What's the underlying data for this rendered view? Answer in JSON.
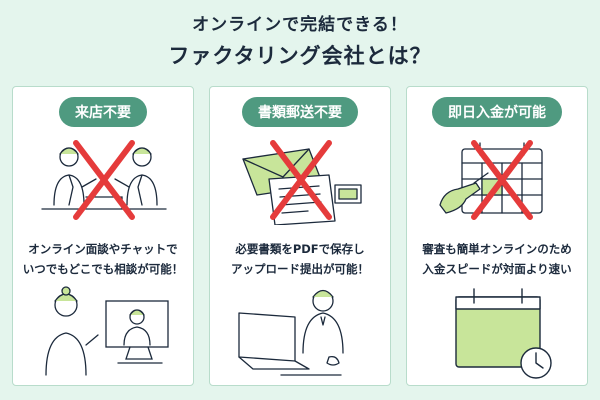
{
  "header": {
    "subtitle": "オンラインで完結できる！",
    "title": "ファクタリング会社とは？"
  },
  "cards": [
    {
      "label": "来店不要",
      "lines": [
        "オンライン面談やチャットで",
        "いつでもどこでも相談が可能！"
      ]
    },
    {
      "label": "書類郵送不要",
      "lines": [
        "必要書類をPDFで保存し",
        "アップロード提出が可能！"
      ]
    },
    {
      "label": "即日入金が可能",
      "lines": [
        "審査も簡単オンラインのため",
        "入金スピードが対面より速い"
      ]
    }
  ],
  "colors": {
    "background": "#e4f5ed",
    "accent": "#4f9a80",
    "cross": "#e53b3b",
    "light_green": "#c8e59a",
    "text": "#1c2a3c"
  }
}
